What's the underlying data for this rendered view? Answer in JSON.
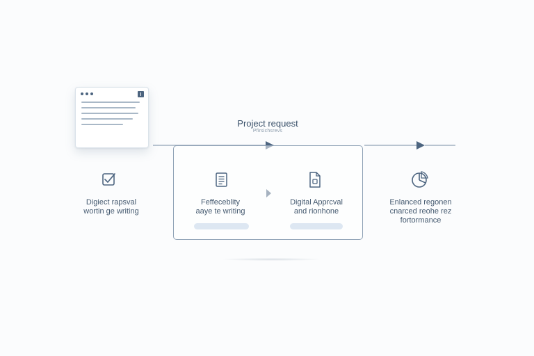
{
  "diagram": {
    "title": "Project request",
    "subtitle": "Pfirsichsrevs",
    "steps": [
      {
        "icon": "checkbox-icon",
        "lines": [
          "Digiect rapsval",
          "wortin ge writing"
        ]
      },
      {
        "icon": "document-icon",
        "lines": [
          "Feffeceblity",
          "aaye te writing"
        ]
      },
      {
        "icon": "file-icon",
        "lines": [
          "Digital Apprcval",
          "and rionhone"
        ]
      },
      {
        "icon": "pie-chart-icon",
        "lines": [
          "Enlanced regonen",
          "cnarced reohe rez",
          "fortormance"
        ]
      }
    ]
  },
  "colors": {
    "line": "#8fa2b6",
    "arrow": "#4d6580",
    "icon": "#4d6580",
    "pill": "#dde7f2"
  }
}
